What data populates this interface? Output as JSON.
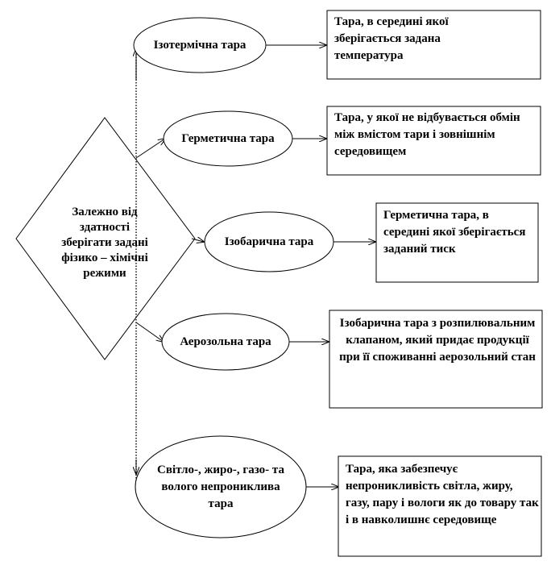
{
  "diagram": {
    "root": "Залежно від здатності зберігати задані фізико – хімічні режими",
    "nodes": [
      {
        "label": "Ізотермічна тара",
        "description": "Тара, в середині якої зберігається задана температура"
      },
      {
        "label": "Герметична тара",
        "description": "Тара, у якої не відбувається обмін між вмістом тари і зовнішнім середовищем"
      },
      {
        "label": "Ізобарична тара",
        "description": "Герметична тара, в середині якої зберігається заданий тиск"
      },
      {
        "label": "Аерозольна тара",
        "description": "Ізобарична тара з розпилювальним клапаном, який придає продукції при її споживанні аерозольний стан"
      },
      {
        "label": "Світло-, жиро-, газо- та волого непрониклива тара",
        "description": "Тара, яка забезпечує непроникливість світла, жиру, газу, пару і вологи як до товару так і в навколишнє середовище"
      }
    ]
  }
}
